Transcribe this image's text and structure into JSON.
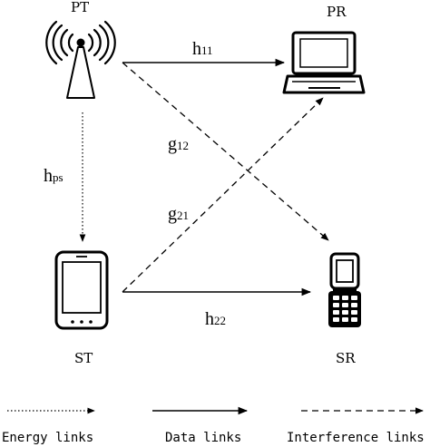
{
  "nodes": {
    "pt": {
      "label": "PT",
      "icon": "broadcast-tower-icon"
    },
    "pr": {
      "label": "PR",
      "icon": "laptop-icon"
    },
    "st": {
      "label": "ST",
      "icon": "smartphone-icon"
    },
    "sr": {
      "label": "SR",
      "icon": "flip-phone-icon"
    }
  },
  "links": {
    "h11": {
      "base": "h",
      "sub": "11",
      "style": "solid"
    },
    "h22": {
      "base": "h",
      "sub": "22",
      "style": "solid"
    },
    "g12": {
      "base": "g",
      "sub": "12",
      "style": "dashed"
    },
    "g21": {
      "base": "g",
      "sub": "21",
      "style": "dashed"
    },
    "hps": {
      "base": "h",
      "sub": "ps",
      "style": "dotted"
    }
  },
  "legend": {
    "energy": "Energy links",
    "data": "Data links",
    "interference": "Interference links"
  }
}
